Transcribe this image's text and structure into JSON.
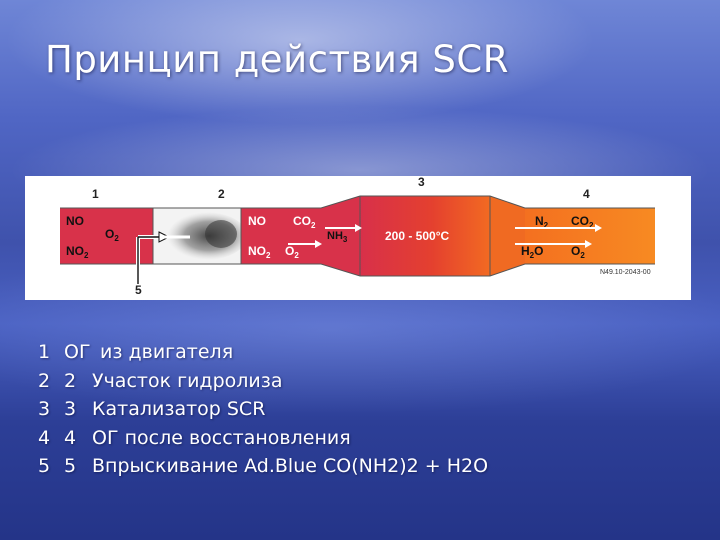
{
  "title": "Принцип действия SCR",
  "diagram": {
    "sections": [
      "1",
      "2",
      "3",
      "4",
      "5"
    ],
    "seg1": {
      "top": "NO",
      "bottom_base": "NO",
      "bottom_sub": "2",
      "o2_base": "O",
      "o2_sub": "2"
    },
    "seg2": {
      "no": "NO",
      "co2_base": "CO",
      "co2_sub": "2",
      "no2_base": "NO",
      "no2_sub": "2",
      "o2_base": "O",
      "o2_sub": "2",
      "nh3_base": "NH",
      "nh3_sub": "3"
    },
    "seg3": {
      "temp": "200 - 500°C"
    },
    "seg4": {
      "n2_base": "N",
      "n2_sub": "2",
      "co2_base": "CO",
      "co2_sub": "2",
      "h2o_a": "H",
      "h2o_sub": "2",
      "h2o_b": "O",
      "o2_base": "O",
      "o2_sub": "2"
    },
    "code": "N49.10-2043-00",
    "colors": {
      "pipe_red": "#d8324a",
      "catalyst_red": "#e5332f",
      "outlet_orange": "#f47a1f"
    }
  },
  "legend": [
    {
      "n1": "1",
      "n2": "ОГ",
      "text": "из двигателя"
    },
    {
      "n1": "2",
      "n2": "2",
      "text": "Участок гидролиза"
    },
    {
      "n1": "3",
      "n2": "3",
      "text": "Катализатор SCR"
    },
    {
      "n1": "4",
      "n2": "4",
      "text": "ОГ после восстановления"
    },
    {
      "n1": "5",
      "n2": "5",
      "text": "Впрыскивание Ad.Blue CO(NH2)2 + H2O"
    }
  ]
}
